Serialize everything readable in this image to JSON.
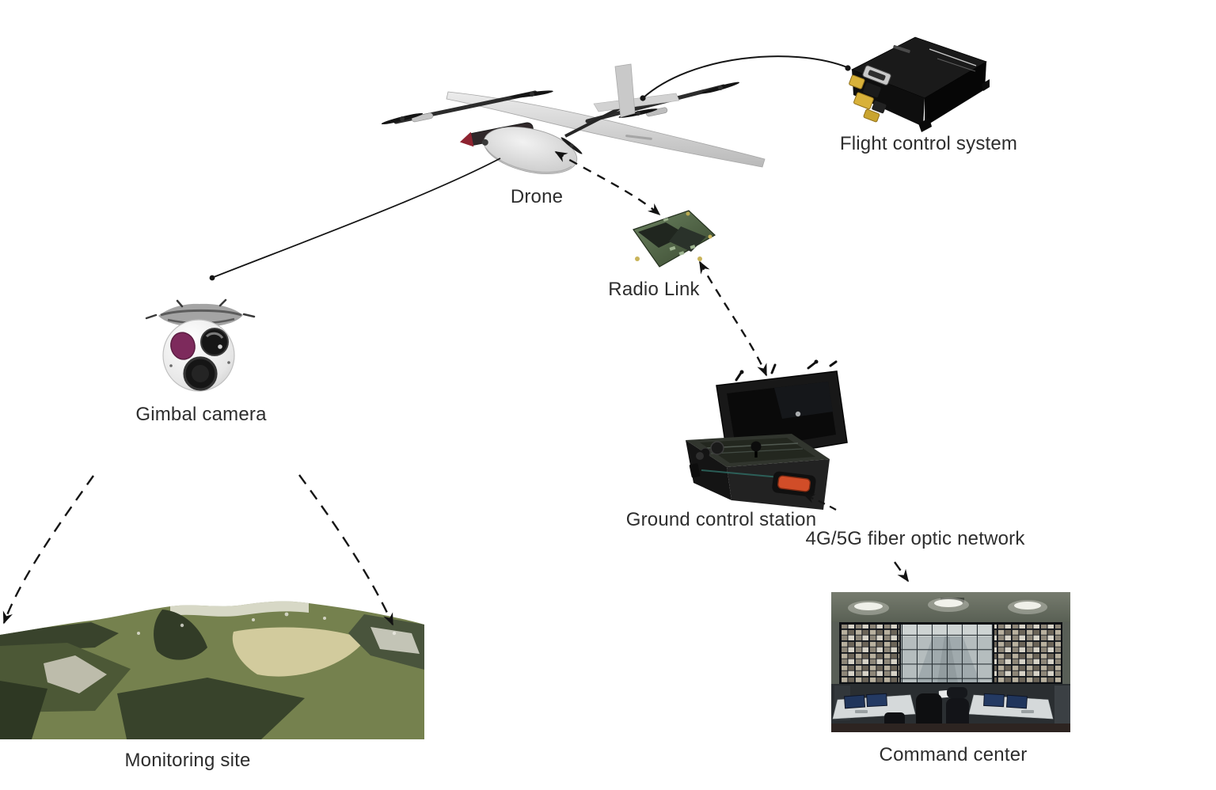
{
  "figure": {
    "background_color": "#ffffff",
    "label_color": "#2d2d2d",
    "nodes": {
      "drone": {
        "label": "Drone",
        "illustration": "fixed-wing-vtol-drone"
      },
      "flight_control": {
        "label": "Flight control system",
        "illustration": "black-avionics-box"
      },
      "radio_link": {
        "label": "Radio Link",
        "illustration": "green-pcb-module"
      },
      "gimbal_camera": {
        "label": "Gimbal camera",
        "illustration": "white-gimbal-ball-camera"
      },
      "ground_station": {
        "label": "Ground control station",
        "illustration": "rugged-case-with-screen"
      },
      "network": {
        "label": "4G/5G fiber optic network",
        "illustration": "none"
      },
      "command_center": {
        "label": "Command center",
        "illustration": "control-room-video-wall-photo"
      },
      "monitoring_site": {
        "label": "Monitoring site",
        "illustration": "mountain-terrain-photo"
      }
    },
    "connections": [
      {
        "from": "Drone",
        "to": "Flight control system",
        "style": "solid curved leader line with round end dots"
      },
      {
        "from": "Drone",
        "to": "Gimbal camera",
        "style": "solid curved leader line with round end dot"
      },
      {
        "from": "Drone",
        "to": "Radio Link",
        "style": "dashed curve, arrowheads at both ends"
      },
      {
        "from": "Radio Link",
        "to": "Ground control station",
        "style": "dashed curve, arrowheads at both ends"
      },
      {
        "from": "4G/5G fiber optic network",
        "to": "Ground control station",
        "style": "short dashed arrow"
      },
      {
        "from": "4G/5G fiber optic network",
        "to": "Command center",
        "style": "short dashed arrow"
      },
      {
        "from": "Gimbal camera",
        "to": "Monitoring site",
        "style": "dashed arc, left, arrowhead at site"
      },
      {
        "from": "Gimbal camera",
        "to": "Monitoring site",
        "style": "dashed arc, right, arrowhead at site"
      }
    ],
    "palette": {
      "line": "#151515",
      "pcb_green": "#4e6648",
      "latch_orange": "#d14d28",
      "terrain_green": "#75814e",
      "valley_tan": "#d2cb9d",
      "screen_navy": "#20355c",
      "wall_gray": "#585e56",
      "camera_magenta": "#7d2a5c"
    }
  }
}
